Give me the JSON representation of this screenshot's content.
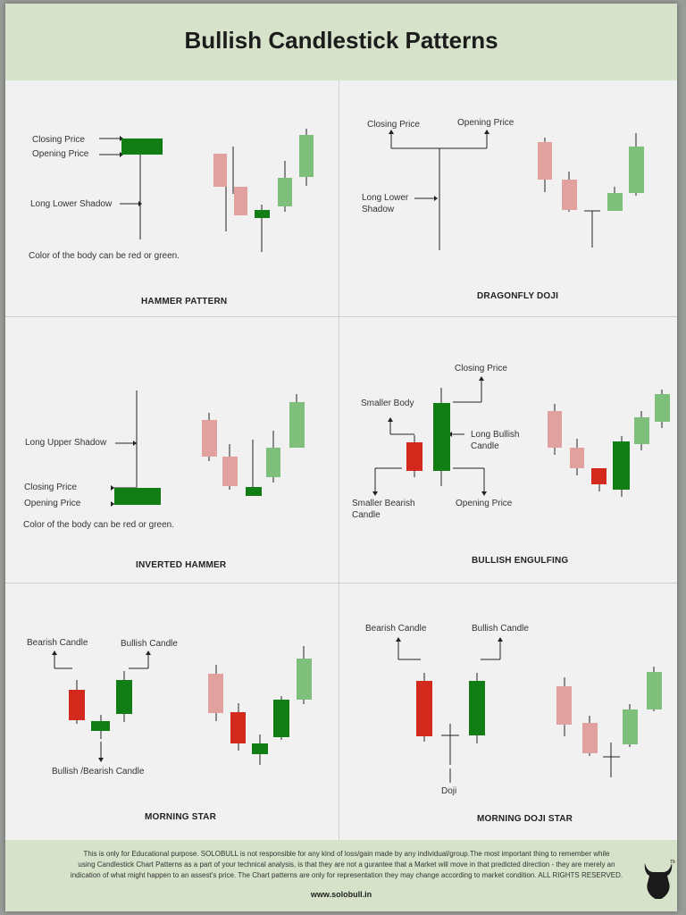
{
  "title": "Bullish Candlestick Patterns",
  "colors": {
    "green": "#127d14",
    "red": "#d42a1e",
    "light_green": "#7fbf7c",
    "light_red": "#e1a19f",
    "header_bg": "#d6e2c9"
  },
  "panels": {
    "hammer": {
      "name": "HAMMER PATTERN",
      "closing_price": "Closing Price",
      "opening_price": "Opening Price",
      "shadow_label": "Long Lower Shadow",
      "note": "Color of the body can be red or green."
    },
    "dragonfly": {
      "name": "DRAGONFLY DOJI",
      "closing_price": "Closing Price",
      "opening_price": "Opening Price",
      "shadow_label_1": "Long Lower",
      "shadow_label_2": "Shadow"
    },
    "inverted": {
      "name": "INVERTED HAMMER",
      "shadow_label": "Long Upper Shadow",
      "closing_price": "Closing Price",
      "opening_price": "Opening Price",
      "note": "Color of the body can be red or green."
    },
    "engulfing": {
      "name": "BULLISH ENGULFING",
      "closing_price": "Closing Price",
      "smaller_body": "Smaller Body",
      "long_bullish_1": "Long Bullish",
      "long_bullish_2": "Candle",
      "smaller_bearish_1": "Smaller Bearish",
      "smaller_bearish_2": "Candle",
      "opening_price": "Opening Price"
    },
    "morning_star": {
      "name": "MORNING STAR",
      "bearish": "Bearish Candle",
      "bullish": "Bullish Candle",
      "middle": "Bullish /Bearish Candle"
    },
    "morning_doji": {
      "name": "MORNING DOJI STAR",
      "bearish": "Bearish Candle",
      "bullish": "Bullish Candle",
      "doji": "Doji"
    }
  },
  "footer": {
    "line1": "This is only for Educational purpose. SOLOBULL is not responsible for any kind of loss/gain made by any individual/group.The most important thing to remember while",
    "line2": "using Candlestick Chart Patterns as a part of your technical analysis,  is that they are not a gurantee that a Market will move in that predicted direction - they are merely an",
    "line3": "indication of what might happen to an assest's price. The Chart patterns are only for representation they may change according to market condition. ALL RIGHTS RESERVED.",
    "website": "www.solobull.in",
    "logo": "bull-logo-icon"
  }
}
